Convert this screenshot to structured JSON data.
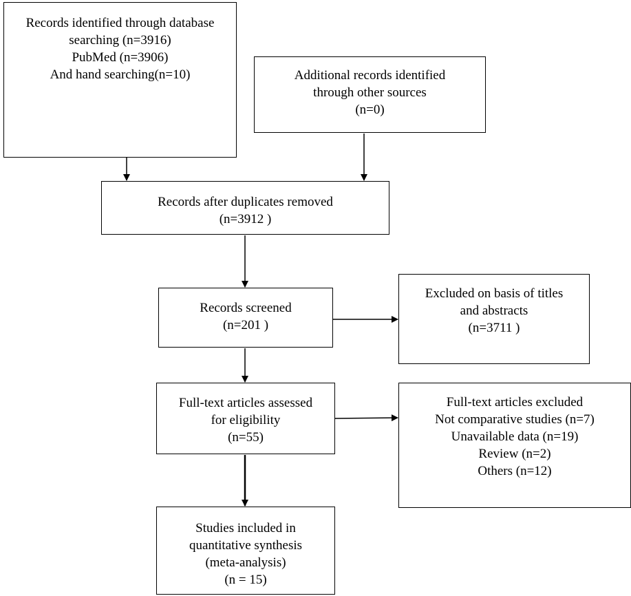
{
  "boxes": {
    "identified": {
      "lines": [
        "Records identified through database",
        "searching (n=3916)",
        "PubMed (n=3906)",
        "And hand searching(n=10)"
      ]
    },
    "additional": {
      "lines": [
        "Additional records identified",
        "through other sources",
        "(n=0)"
      ]
    },
    "duplicates": {
      "lines": [
        "Records after duplicates removed",
        "(n=3912 )"
      ]
    },
    "screened": {
      "lines": [
        "Records screened",
        "(n=201 )"
      ]
    },
    "excluded_titles": {
      "lines": [
        "Excluded on basis of titles",
        "and abstracts",
        "(n=3711 )"
      ]
    },
    "fulltext": {
      "lines": [
        "Full-text articles assessed",
        "for eligibility",
        "(n=55)"
      ]
    },
    "excluded_fulltext": {
      "lines": [
        "Full-text articles excluded",
        "Not comparative studies (n=7)",
        "Unavailable data (n=19)",
        "Review (n=2)",
        "Others (n=12)"
      ]
    },
    "included": {
      "lines": [
        "Studies included in",
        "quantitative synthesis",
        "(meta-analysis)",
        "(n = 15)"
      ]
    }
  },
  "colors": {
    "line": "#000000",
    "background": "#ffffff"
  }
}
